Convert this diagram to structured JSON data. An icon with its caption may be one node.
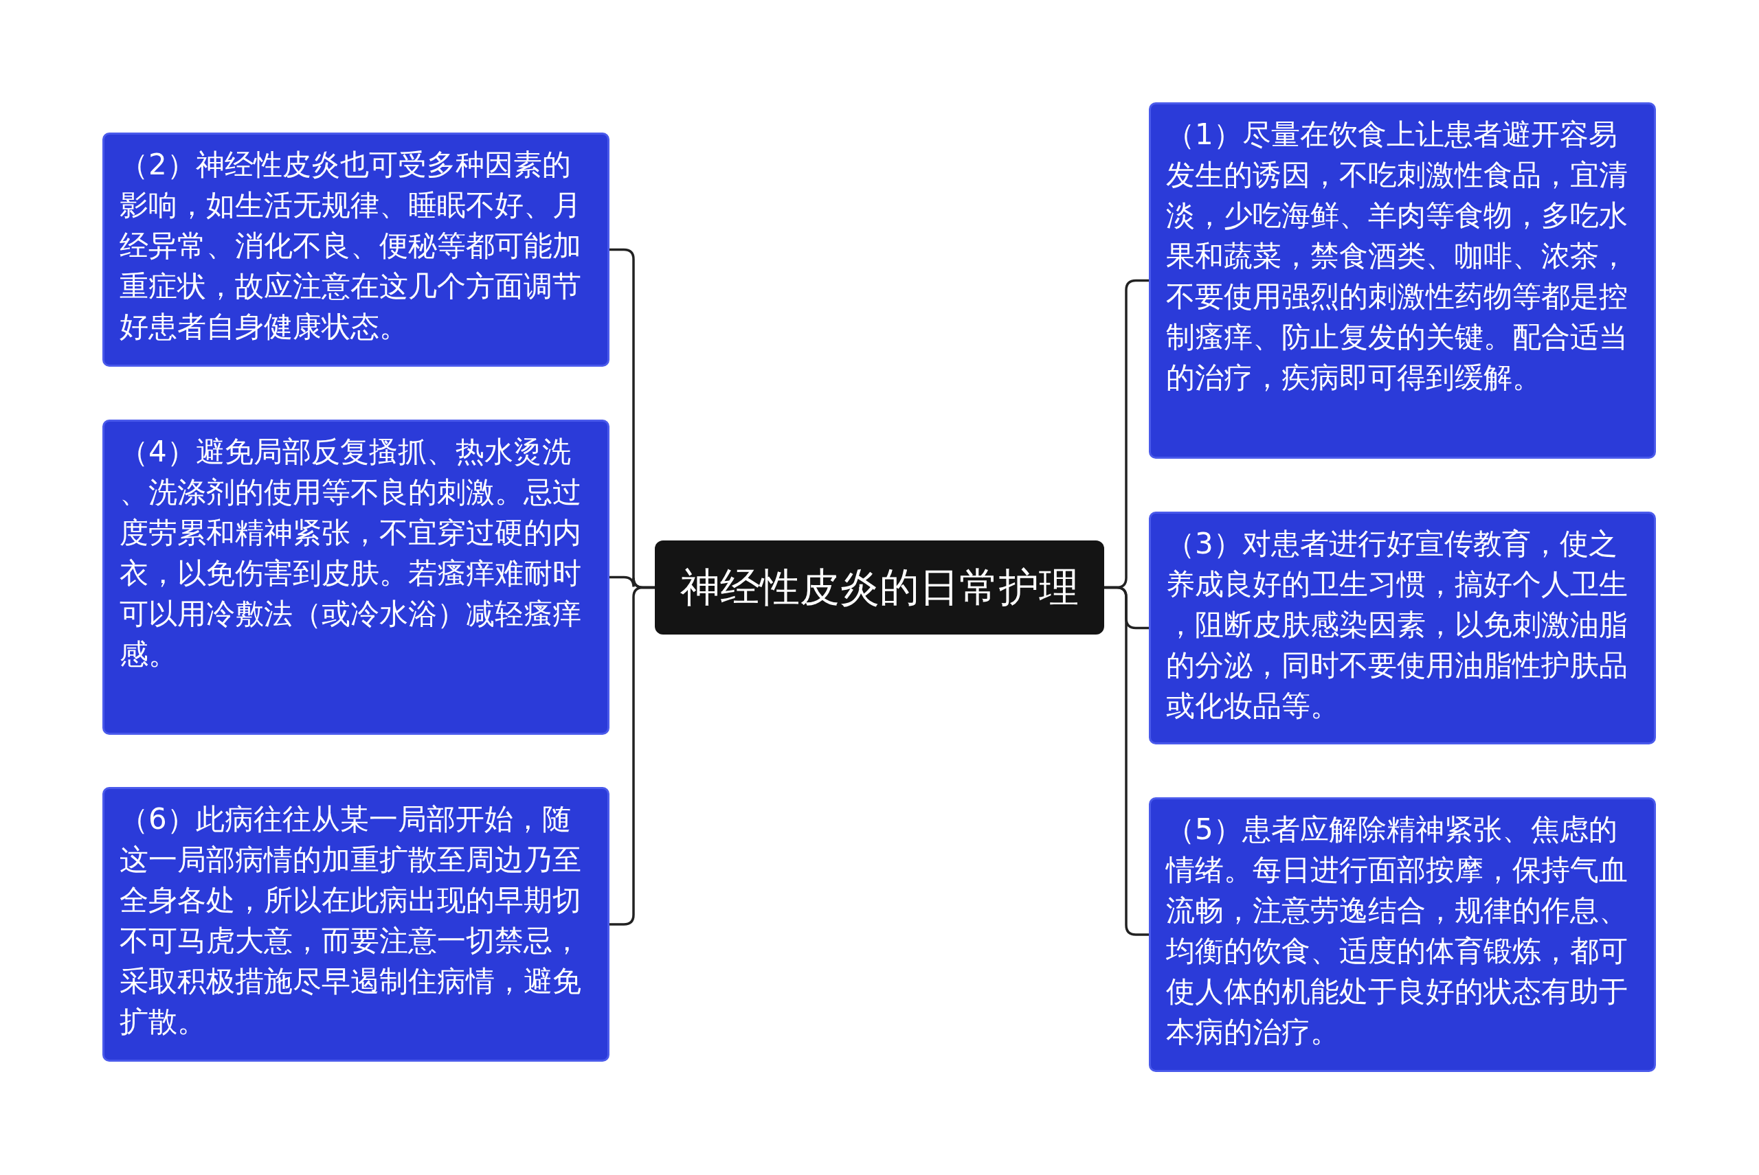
{
  "diagram": {
    "nodes": [
      {
        "text": [
          "神经性皮炎的日常护理"
        ]
      },
      {
        "text": [
          "（1）尽量在饮食上让患者避开容易发生的诱因，不吃刺激性食品，宜清淡，少吃海鲜、羊肉等食物，多吃水果和蔬菜，禁食酒类、咖啡、浓茶，不要使用强烈的刺激性药物等都是控制瘙痒、防止复发的关键。配合适当的治疗，疾病即可得到缓解。"
        ]
      },
      {
        "text": [
          "（2）神经性皮炎也可受多种因素的影响，如生活无规律、睡眠不好、月经异常、消化不良、便秘等都可能加重症状，故应注意在这几个方面调节好患者自身健康状态。"
        ]
      },
      {
        "text": [
          "（3）对患者进行好宣传教育，使之养成良好的卫生习惯，搞好个人卫生，阻断皮肤感染因素，以免刺激油脂的分泌，同时不要使用油脂性护肤品或化妆品等。"
        ]
      },
      {
        "text": [
          "（4）避免局部反复搔抓、热水烫洗、洗涤剂的使用等不良的刺激。忌过度劳累和精神紧张，不宜穿过硬的内衣，以免伤害到皮肤。若瘙痒难耐时可以用冷敷法（或冷水浴）减轻瘙痒感。"
        ]
      },
      {
        "text": [
          "（5）患者应解除精神紧张、焦虑的情绪。每日进行面部按摩，保持气血流畅，注意劳逸结合，规律的作息、均衡的饮食、适度的体育锻炼，都可使人体的机能处于良好的状态有助于本病的治疗。"
        ]
      },
      {
        "text": [
          "（6）此病往往从某一局部开始，随这一局部病情的加重扩散至周边乃至全身各处，所以在此病出现的早期切不可马虎大意，而要注意一切禁忌，采取积极措施尽早遏制住病情，避免扩散。"
        ]
      }
    ],
    "edges": [
      {
        "from": 0,
        "to": 1,
        "arrow": "none"
      },
      {
        "from": 0,
        "to": 2,
        "arrow": "none"
      },
      {
        "from": 0,
        "to": 3,
        "arrow": "none"
      },
      {
        "from": 0,
        "to": 4,
        "arrow": "none"
      },
      {
        "from": 0,
        "to": 5,
        "arrow": "none"
      },
      {
        "from": 0,
        "to": 6,
        "arrow": "none"
      }
    ]
  }
}
